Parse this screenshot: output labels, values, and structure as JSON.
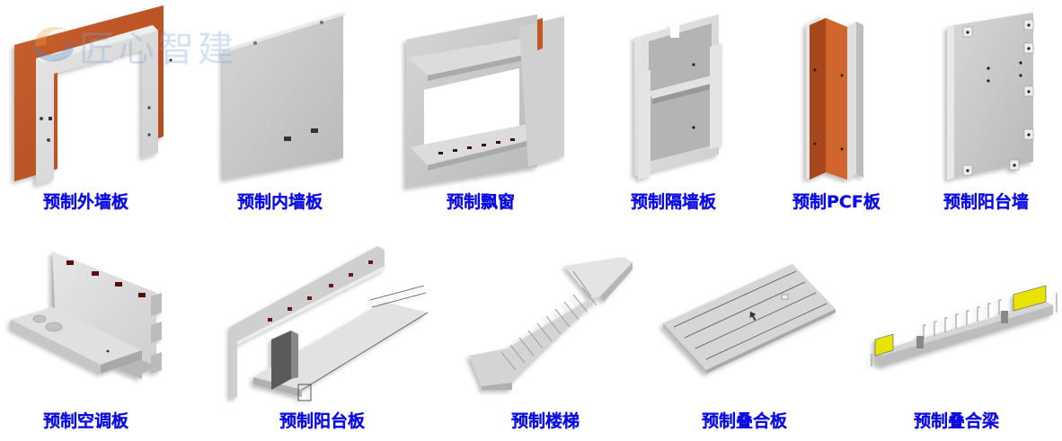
{
  "watermark": {
    "text": "匠心智建",
    "logo": "swirl-logo",
    "colors": {
      "orange": "#f0a040",
      "blue": "#5080c0"
    }
  },
  "colors": {
    "label": "#0a0ae6",
    "concrete": "#c8c8c8",
    "insulation": "#c0582a",
    "rebar_yellow": "#e8e000"
  },
  "components": [
    {
      "label": "预制外墙板",
      "icon": "precast-exterior-wall-icon"
    },
    {
      "label": "预制内墙板",
      "icon": "precast-interior-wall-icon"
    },
    {
      "label": "预制飘窗",
      "icon": "precast-bay-window-icon"
    },
    {
      "label": "预制隔墙板",
      "icon": "precast-partition-wall-icon"
    },
    {
      "label": "预制PCF板",
      "icon": "precast-pcf-panel-icon"
    },
    {
      "label": "预制阳台墙",
      "icon": "precast-balcony-wall-icon"
    },
    {
      "label": "预制空调板",
      "icon": "precast-ac-panel-icon"
    },
    {
      "label": "预制阳台板",
      "icon": "precast-balcony-slab-icon"
    },
    {
      "label": "预制楼梯",
      "icon": "precast-stair-icon"
    },
    {
      "label": "预制叠合板",
      "icon": "precast-composite-slab-icon"
    },
    {
      "label": "预制叠合梁",
      "icon": "precast-composite-beam-icon"
    }
  ]
}
